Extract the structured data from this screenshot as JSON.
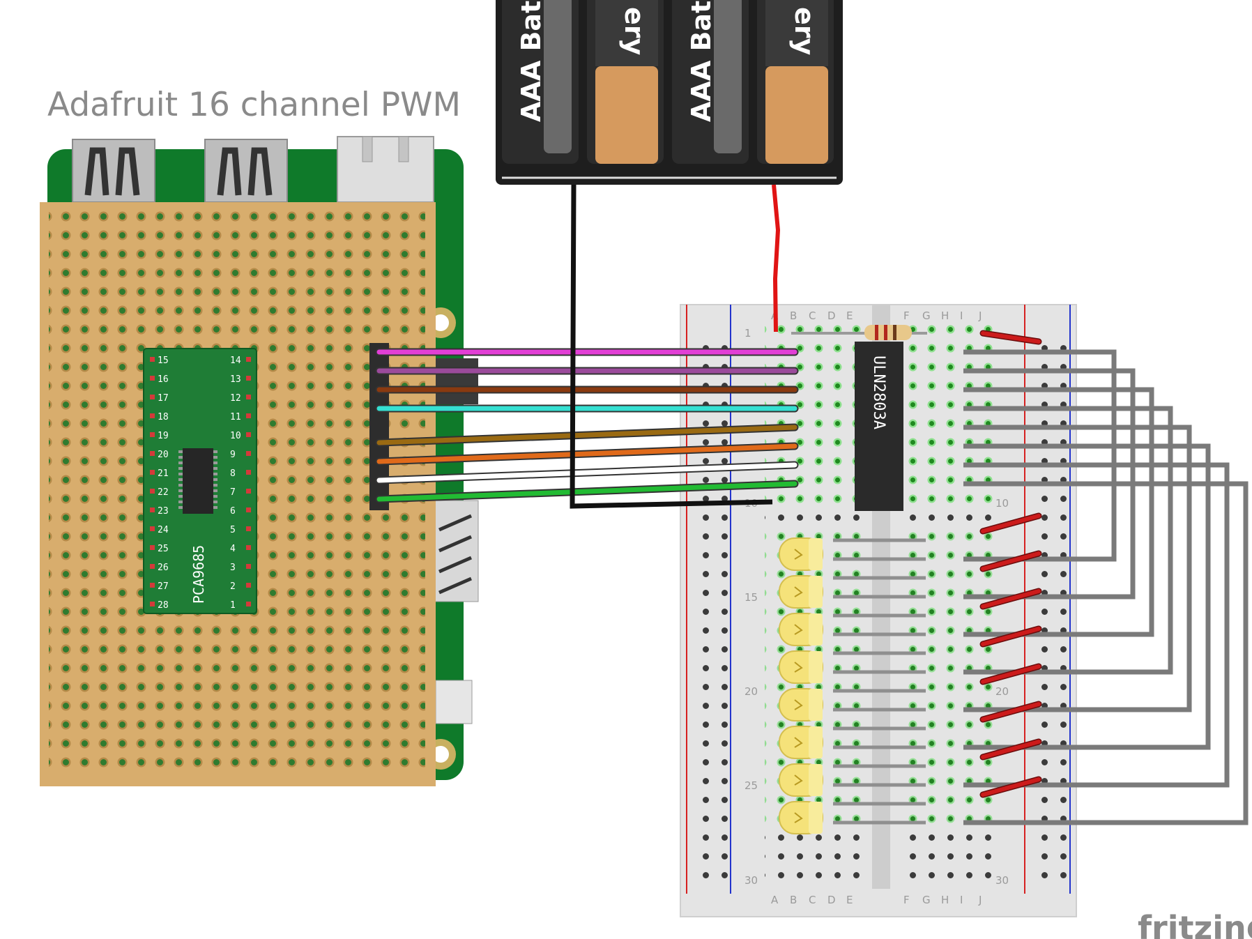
{
  "diagram": {
    "title": "Adafruit 16 channel PWM",
    "battery": {
      "cell_labels": [
        "AAA Bat",
        "ery",
        "AAA Bat",
        "ery"
      ]
    },
    "chip": {
      "name": "PCA9685",
      "pins_left": [
        "15",
        "16",
        "17",
        "18",
        "19",
        "20",
        "21",
        "22",
        "23",
        "24",
        "25",
        "26",
        "27",
        "28"
      ],
      "pins_right": [
        "14",
        "13",
        "12",
        "11",
        "10",
        "9",
        "8",
        "7",
        "6",
        "5",
        "4",
        "3",
        "2",
        "1"
      ]
    },
    "ic": {
      "name": "ULN2803A"
    },
    "breadboard": {
      "columns_left": [
        "A",
        "B",
        "C",
        "D",
        "E"
      ],
      "columns_right": [
        "F",
        "G",
        "H",
        "I",
        "J"
      ],
      "row_numbers": [
        "1",
        "10",
        "15",
        "20",
        "25",
        "30"
      ],
      "row_numbers_right": [
        "10",
        "20",
        "30"
      ]
    },
    "wires": [
      {
        "color": "#e23fd6"
      },
      {
        "color": "#9b4b9b"
      },
      {
        "color": "#8a3a10"
      },
      {
        "color": "#35e0d2"
      },
      {
        "color": "#9a6a12"
      },
      {
        "color": "#e06a1a"
      },
      {
        "color": "#ffffff"
      },
      {
        "color": "#22bb33"
      }
    ],
    "colors": {
      "board_green": "#0f7a2a",
      "perfboard": "#d8ad6d",
      "breadboard": "#e4e4e4",
      "wire_gray": "#8f8f8f",
      "red_wire": "#cc1b1b",
      "led": "#f5e27a"
    },
    "watermark": "fritzing"
  }
}
